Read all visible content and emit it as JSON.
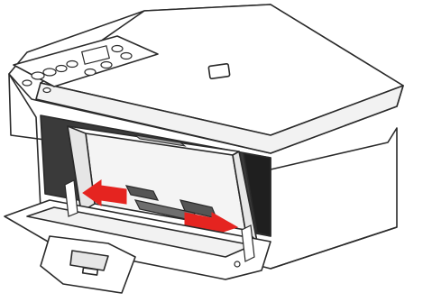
{
  "illustration": {
    "subject": "printer-paper-guide-adjustment",
    "colors": {
      "line": "#2a2a2a",
      "body_fill": "#ffffff",
      "shade_fill": "#e6e6e6",
      "dark_fill": "#3a3a3a",
      "arrow_red": "#e52420"
    },
    "arrows": {
      "left_direction": "outward-left",
      "right_direction": "outward-right"
    }
  }
}
